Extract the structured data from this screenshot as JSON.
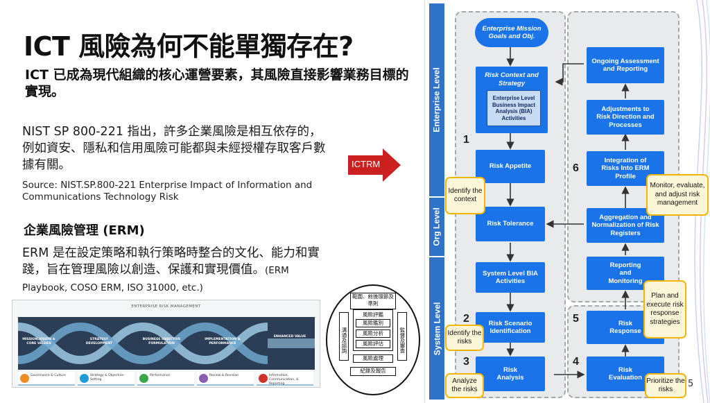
{
  "slide": {
    "title": "ICT 風險為何不能單獨存在?",
    "subtitle": "ICT 已成為現代組織的核心運營要素，其風險直接影響業務目標的實現。",
    "nist_text": "NIST SP 800-221 指出，許多企業風險是相互依存的，例如資安、隱私和信用風險可能都與未經授權存取客戶數據有關。",
    "source_text": "Source: NIST.SP.800-221 Enterprise Impact of Information and Communications Technology Risk",
    "erm_heading": "企業風險管理 (ERM)",
    "erm_text": "ERM 是在設定策略和執行策略時整合的文化、能力和實踐，旨在管理風險以創造、保護和實現價值。",
    "erm_refs": "(ERM Playbook, COSO ERM, ISO 31000, etc.)",
    "arrow_label": "ICTRM",
    "page_number": "5"
  },
  "erm_banner": {
    "header": "ENTERPRISE RISK MANAGEMENT",
    "stages": [
      "MISSION,VISION & CORE VALUES",
      "STRATEGY DEVELOPMENT",
      "BUSINESS OBJECTIVE FORMULATION",
      "IMPLEMENTATION & PERFORMANCE",
      "ENHANCED VALUE"
    ],
    "components": [
      "Governance & Culture",
      "Strategy & Objective-Setting",
      "Performance",
      "Review & Revision",
      "Information, Communication, & Reporting"
    ],
    "colors": [
      "#f08a24",
      "#1e9ad6",
      "#3aa84a",
      "#8a5fb0",
      "#d0322a"
    ]
  },
  "circle_diagram": {
    "top": "範圍、前後環節及準則",
    "left": "溝通及諮詢",
    "right": "監督及審查",
    "steps": [
      "風險評鑑",
      "風險鑑別",
      "風險分析",
      "風險評估"
    ],
    "treatment": "風險處理",
    "bottom": "紀錄及報告"
  },
  "ictrm": {
    "levels": [
      "Enterprise Level",
      "Org Level",
      "System Level"
    ],
    "mission": "Enterprise Mission Goals and Obj.",
    "context_title": "Risk Context and Strategy",
    "bia": "Enterprise Level Business Impact Analysis (BIA) Activities",
    "boxes": {
      "appetite": "Risk Appetite",
      "tolerance": "Risk Tolerance",
      "system_bia": "System Level BIA Activities",
      "scenario": "Risk Scenario Identification",
      "analysis": "Risk Analysis",
      "evaluation": "Risk Evaluation",
      "response": "Risk Response",
      "monitoring": "Reporting and Monitoring",
      "aggregation": "Aggregation and Normalization of Risk Registers",
      "integration": "Integration of Risks Into ERM Profile",
      "adjustments": "Adjustments to Risk Direction and Processes",
      "ongoing": "Ongoing Assessment and Reporting"
    },
    "numbers": [
      "1",
      "2",
      "3",
      "4",
      "5",
      "6"
    ],
    "notes": {
      "context": "Identify the context",
      "monitor": "Monitor, evaluate, and adjust risk management",
      "identify": "Identify the risks",
      "analyze": "Analyze the risks",
      "plan": "Plan and execute risk response strategies",
      "prioritize": "Prioritize the risks"
    },
    "colors": {
      "box": "#1a73e8",
      "level": "#2f73c9",
      "note_border": "#f5b400",
      "note_fill": "#fdf7da"
    }
  }
}
